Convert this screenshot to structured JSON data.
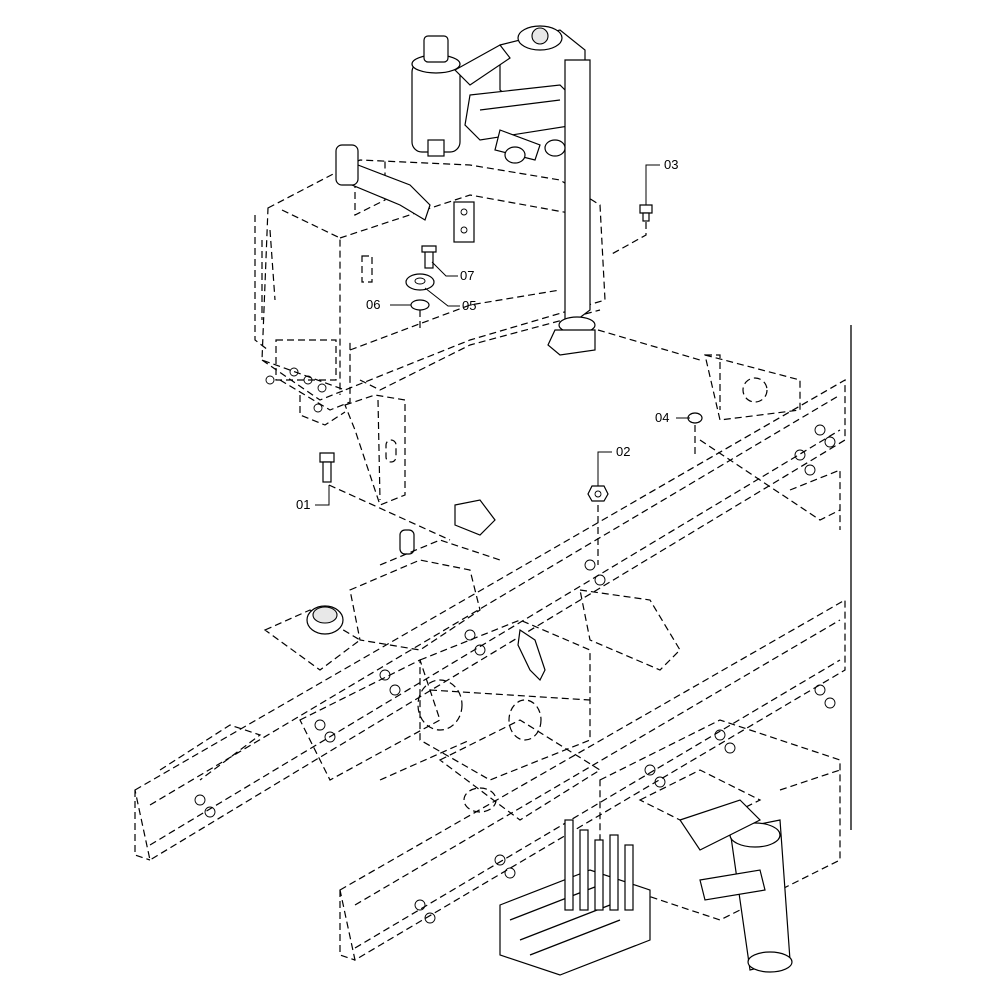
{
  "callouts": [
    {
      "id": "01",
      "label": "01"
    },
    {
      "id": "02",
      "label": "02"
    },
    {
      "id": "03",
      "label": "03"
    },
    {
      "id": "04",
      "label": "04"
    },
    {
      "id": "05",
      "label": "05"
    },
    {
      "id": "06",
      "label": "06"
    },
    {
      "id": "07",
      "label": "07"
    }
  ]
}
